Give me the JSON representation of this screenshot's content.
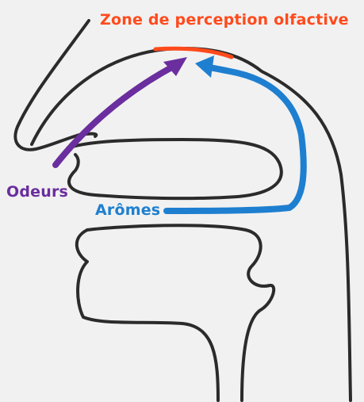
{
  "labels": {
    "perception_zone": "Zone de perception olfactive",
    "odeurs": "Odeurs",
    "aromes": "Arômes"
  },
  "colors": {
    "background": "#f1f1f1",
    "outline": "#2b2b2b",
    "perception_zone": "#ff4a1c",
    "odeurs": "#6a2e9e",
    "aromes": "#1e7fd0"
  }
}
